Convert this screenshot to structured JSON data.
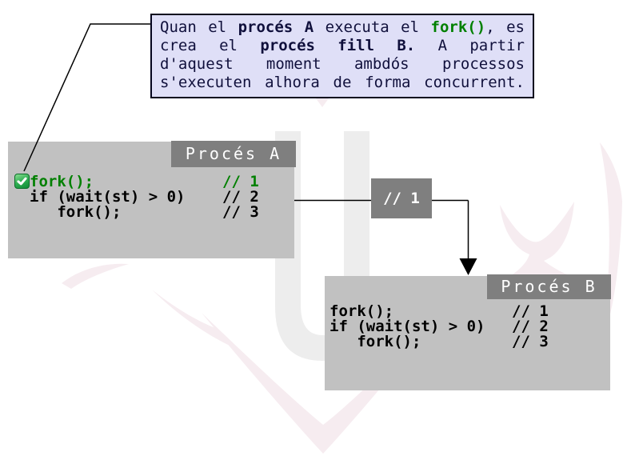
{
  "callout": {
    "lines": [
      [
        {
          "t": "Quan el "
        },
        {
          "t": "procés A",
          "b": true
        },
        {
          "t": " executa el "
        },
        {
          "t": "fork()",
          "b": true,
          "g": true
        },
        {
          "t": ", es"
        }
      ],
      [
        {
          "t": "crea el "
        },
        {
          "t": "procés fill B.",
          "b": true
        },
        {
          "t": " A partir"
        }
      ],
      [
        {
          "t": "d'aquest moment ambdós processos"
        }
      ],
      [
        {
          "t": "s'executen alhora de forma concurrent."
        }
      ]
    ]
  },
  "process_a": {
    "title": "Procés A",
    "code": [
      {
        "text": "fork();",
        "comment": "// 1",
        "green": true,
        "checked": true
      },
      {
        "text": "if (wait(st) > 0)",
        "comment": "// 2",
        "green": false,
        "checked": false
      },
      {
        "text": "   fork();",
        "comment": "// 3",
        "green": false,
        "checked": false
      }
    ]
  },
  "process_b": {
    "title": "Procés B",
    "code": [
      {
        "text": "fork();",
        "comment": "// 1",
        "green": false,
        "checked": false
      },
      {
        "text": "if (wait(st) > 0)",
        "comment": "// 2",
        "green": false,
        "checked": false
      },
      {
        "text": "   fork();",
        "comment": "// 3",
        "green": false,
        "checked": false
      }
    ]
  },
  "connector": {
    "label": "// 1"
  },
  "icons": {
    "checkmark": "✓"
  },
  "colors": {
    "callout_bg": "#dfdff7",
    "callout_border": "#05051e",
    "callout_text": "#10103c",
    "code_green": "#008000",
    "code_text": "#000000",
    "box_bg": "#c1c1c1",
    "header_bg": "#7f7f7f",
    "header_text": "#ffffff",
    "arrow_line": "#000000",
    "check_green": "#2fae52",
    "watermark_gray": "#ededed",
    "watermark_pink": "#f6ecf0"
  }
}
